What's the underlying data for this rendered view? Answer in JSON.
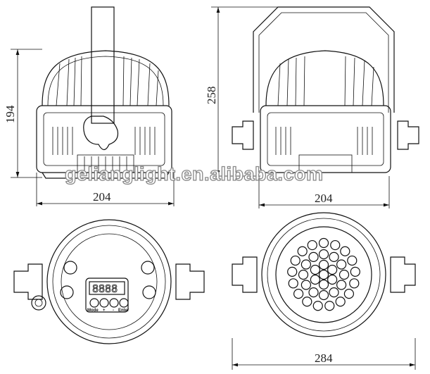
{
  "dimensions": {
    "side_height": "194",
    "side_width": "204",
    "yoke_height": "258",
    "front_width": "204",
    "front_total_width": "284"
  },
  "watermark": "gelianglight.en.alibaba.com",
  "control_panel": {
    "display": "8888",
    "buttons": [
      "Mode",
      "+",
      "-",
      "Enter"
    ]
  },
  "led_count": 36
}
